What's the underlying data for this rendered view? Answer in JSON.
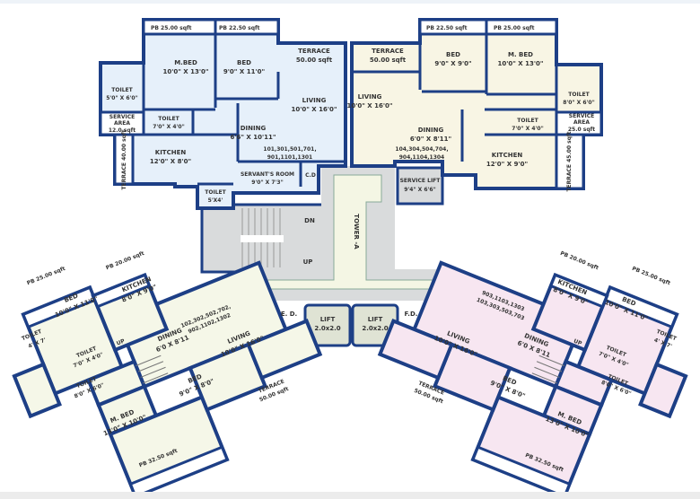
{
  "colors": {
    "wall": "#1d3f86",
    "unit_top_left": "#e6f0fa",
    "unit_top_right": "#f8f5e4",
    "unit_bottom_left": "#f5f7e8",
    "unit_bottom_right": "#f7e6f1",
    "core": "#d9dbdc"
  },
  "top_left": {
    "pb1": "PB 25.00 sqft",
    "pb2": "PB 22.50 sqft",
    "mbed": "M.BED",
    "mbed_dim": "10'0\" X 13'0\"",
    "bed": "BED",
    "bed_dim": "9'0\" X 11'0\"",
    "terrace": "TERRACE",
    "terrace_area": "50.00 sqft",
    "living": "LIVING",
    "living_dim": "10'0\" X 16'0\"",
    "dining": "DINING",
    "dining_dim": "6'6\" X 10'11\"",
    "units_1": "101,301,501,701,",
    "units_2": "901,1101,1301",
    "toilet1": "TOILET",
    "toilet1_dim": "5'0\" X 6'0\"",
    "service": "SERVICE",
    "service_2": "AREA",
    "service_area": "12.0 sqft",
    "toilet2": "TOILET",
    "toilet2_dim": "7'0\" X 4'0\"",
    "kitchen": "KITCHEN",
    "kitchen_dim": "12'0\" X 8'0\"",
    "terrace2": "TERRACE 40.00 sqft",
    "servant": "SERVANT'S ROOM",
    "servant_dim": "9'0\" X 7'3\"",
    "cd": "C.D",
    "toilet3": "TOILET",
    "toilet3_dim": "5'X4'"
  },
  "top_right": {
    "pb1": "PB 22.50 sqft",
    "pb2": "PB 25.00 sqft",
    "bed": "BED",
    "bed_dim": "9'0\" X 9'0\"",
    "mbed": "M. BED",
    "mbed_dim": "10'0\" X 13'0\"",
    "terrace": "TERRACE",
    "terrace_area": "50.00 sqft",
    "living": "LIVING",
    "living_dim": "10'0\" X 16'0\"",
    "dining": "DINING",
    "dining_dim": "6'0\" X 8'11\"",
    "units_1": "104,304,504,704,",
    "units_2": "904,1104,1304",
    "toilet1": "TOILET",
    "toilet1_dim": "8'0\" X 6'0\"",
    "toilet2": "TOILET",
    "toilet2_dim": "7'0\" X 4'0\"",
    "service": "SERVICE",
    "service_2": "AREA",
    "service_area": "25.0 sqft",
    "kitchen": "KITCHEN",
    "kitchen_dim": "12'0\" X 9'0\"",
    "terrace2": "TERRACE 45.00 sqft",
    "service_lift": "SERVICE LIFT",
    "service_lift_dim": "9'4\" X 6'6\""
  },
  "core": {
    "tower": "TOWER -A",
    "dn": "DN",
    "up": "UP",
    "lift1": "LIFT",
    "lift1_dim": "2.0x2.0",
    "lift2": "LIFT",
    "lift2_dim": "2.0x2.0",
    "ed": "E. D.",
    "fd": "F.D."
  },
  "bottom_left": {
    "pb1": "PB 25.00 sqft",
    "pb2": "PB 20.00 sqft",
    "bed": "BED",
    "bed_dim": "10'0\" X 11'0\"",
    "kitchen": "KITCHEN",
    "kitchen_dim": "8'0\" X 9'0\"",
    "units_1": "102,302,502,702,",
    "units_2": "902,1102,1302",
    "dining": "DINING",
    "dining_dim": "6'0 X 8'11",
    "living": "LIVING",
    "living_dim": "10'0\" X 16'0\"",
    "toilet1": "TOILET",
    "toilet1_dim": "4' X 7'",
    "toilet2": "TOILET",
    "toilet2_dim": "7'0\" X 4'0\"",
    "up": "UP",
    "toilet3": "TOILET",
    "toilet3_dim": "8'0\" X 6'0\"",
    "bed2": "BED",
    "bed2_dim": "9'0\" X 8'0\"",
    "terrace": "TERRACE",
    "terrace_area": "50.00 sqft",
    "mbed": "M. BED",
    "mbed_dim": "13'0\" X 10'0\"",
    "pb3": "PB 32.50 sqft"
  },
  "bottom_right": {
    "pb1": "PB 20.00 sqft",
    "pb2": "PB 25.00 sqft",
    "kitchen": "KITCHEN",
    "kitchen_dim": "8'0\" X 9'0\"",
    "bed": "BED",
    "bed_dim": "10'0\" X 11'0\"",
    "units_1": "903,1103,1303",
    "units_2": "103,303,503,703",
    "living": "LIVING",
    "living_dim": "10'0\" X 16'0\"",
    "dining": "DINING",
    "dining_dim": "6'0 X 8'11",
    "toilet1": "TOILET",
    "toilet1_dim": "4' X 7'",
    "toilet2": "TOILET",
    "toilet2_dim": "7'0\" X 4'0\"",
    "up": "UP",
    "bed2": "BED",
    "bed2_dim": "9'0\" X 8'0\"",
    "terrace": "TERRACE",
    "terrace_area": "50.00 sqft",
    "toilet3": "TOILET",
    "toilet3_dim": "8'0\" X 6'0\"",
    "mbed": "M. BED",
    "mbed_dim": "13'0\" X 10'0\"",
    "pb3": "PB 32.50 sqft"
  }
}
